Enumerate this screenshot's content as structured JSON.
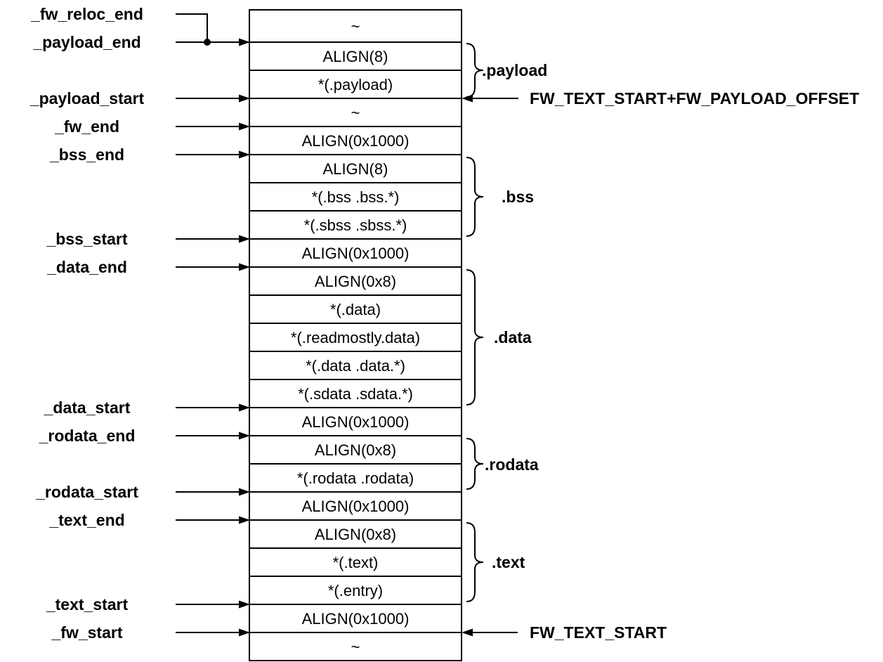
{
  "diagram": {
    "type": "firmware-linker-memory-layout",
    "colors": {
      "line": "#000000",
      "text": "#000000",
      "background": "#ffffff"
    }
  },
  "memory_box": {
    "rows": [
      {
        "label": "~"
      },
      {
        "label": "ALIGN(8)"
      },
      {
        "label": "*(.payload)"
      },
      {
        "label": "~"
      },
      {
        "label": "ALIGN(0x1000)"
      },
      {
        "label": "ALIGN(8)"
      },
      {
        "label": "*(.bss .bss.*)"
      },
      {
        "label": "*(.sbss .sbss.*)"
      },
      {
        "label": "ALIGN(0x1000)"
      },
      {
        "label": "ALIGN(0x8)"
      },
      {
        "label": "*(.data)"
      },
      {
        "label": "*(.readmostly.data)"
      },
      {
        "label": "*(.data .data.*)"
      },
      {
        "label": "*(.sdata .sdata.*)"
      },
      {
        "label": "ALIGN(0x1000)"
      },
      {
        "label": "ALIGN(0x8)"
      },
      {
        "label": "*(.rodata .rodata)"
      },
      {
        "label": "ALIGN(0x1000)"
      },
      {
        "label": "ALIGN(0x8)"
      },
      {
        "label": "*(.text)"
      },
      {
        "label": "*(.entry)"
      },
      {
        "label": "ALIGN(0x1000)"
      },
      {
        "label": "~"
      }
    ]
  },
  "symbols": [
    {
      "label": "_fw_reloc_end"
    },
    {
      "label": "_payload_end"
    },
    {
      "label": "_payload_start"
    },
    {
      "label": "_fw_end"
    },
    {
      "label": "_bss_end"
    },
    {
      "label": "_bss_start"
    },
    {
      "label": "_data_end"
    },
    {
      "label": "_data_start"
    },
    {
      "label": "_rodata_end"
    },
    {
      "label": "_rodata_start"
    },
    {
      "label": "_text_end"
    },
    {
      "label": "_text_start"
    },
    {
      "label": "_fw_start"
    }
  ],
  "sections": [
    {
      "label": ".payload",
      "rows": [
        1,
        2
      ]
    },
    {
      "label": ".bss",
      "rows": [
        5,
        6,
        7
      ]
    },
    {
      "label": ".data",
      "rows": [
        9,
        10,
        11,
        12,
        13
      ]
    },
    {
      "label": ".rodata",
      "rows": [
        15,
        16
      ]
    },
    {
      "label": ".text",
      "rows": [
        18,
        19,
        20
      ]
    }
  ],
  "annotations": [
    {
      "label": "FW_TEXT_START+FW_PAYLOAD_OFFSET"
    },
    {
      "label": "FW_TEXT_START"
    }
  ]
}
